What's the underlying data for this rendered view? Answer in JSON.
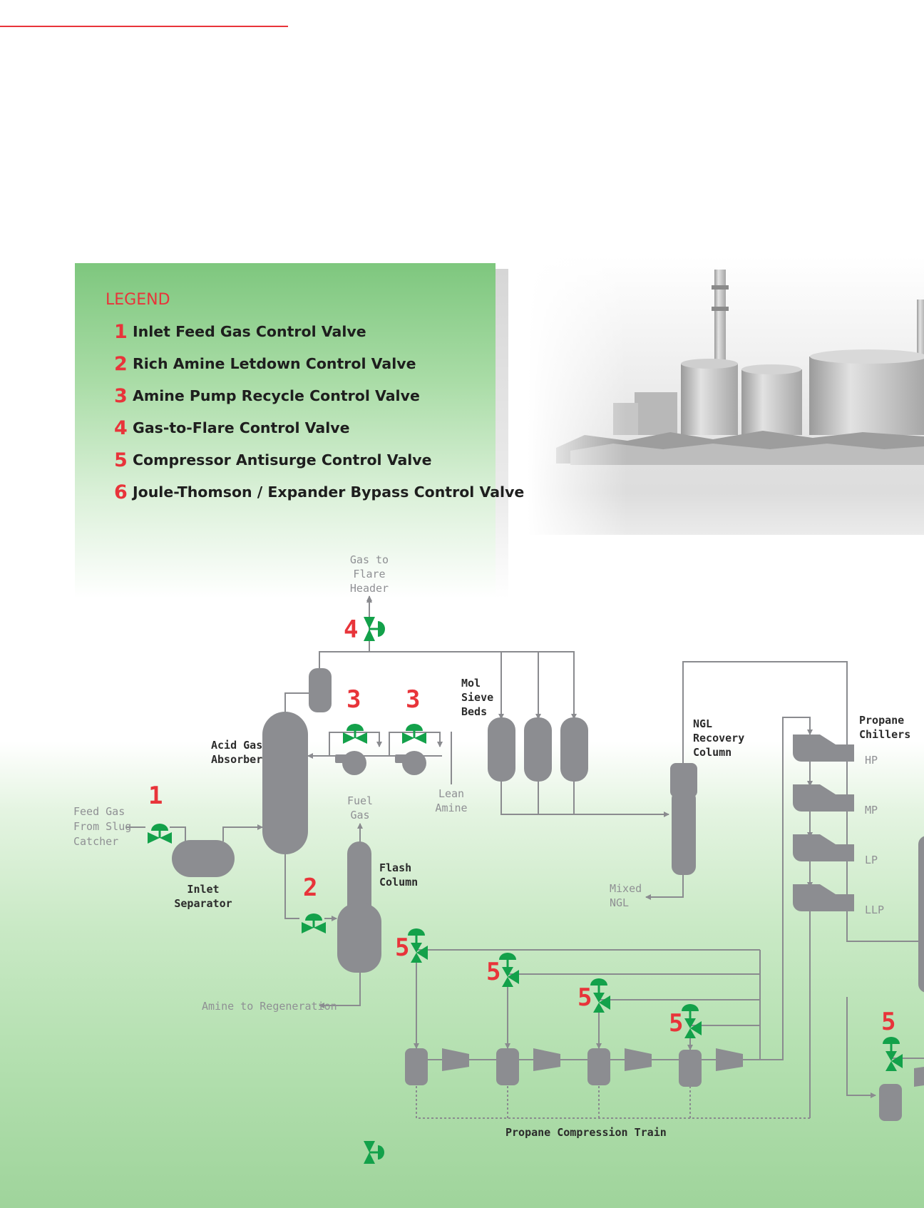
{
  "legend": {
    "title": "LEGEND",
    "items": [
      {
        "num": "1",
        "label": "Inlet Feed Gas Control Valve"
      },
      {
        "num": "2",
        "label": "Rich Amine Letdown Control Valve"
      },
      {
        "num": "3",
        "label": "Amine Pump Recycle Control Valve"
      },
      {
        "num": "4",
        "label": "Gas-to-Flare Control Valve"
      },
      {
        "num": "5",
        "label": "Compressor Antisurge Control Valve"
      },
      {
        "num": "6",
        "label": "Joule-Thomson / Expander Bypass Control Valve"
      }
    ]
  },
  "colors": {
    "accent_red": "#e8343a",
    "valve_green": "#13a14a",
    "equipment_gray": "#8c8d91",
    "line_gray": "#8a8b8f"
  },
  "diagram": {
    "labels": {
      "gas_to_flare": [
        "Gas to",
        "Flare",
        "Header"
      ],
      "mol_sieve": [
        "Mol",
        "Sieve",
        "Beds"
      ],
      "acid_gas_absorber": [
        "Acid Gas",
        "Absorber"
      ],
      "ngl_recovery_column": [
        "NGL",
        "Recovery",
        "Column"
      ],
      "propane_chillers": [
        "Propane",
        "Chillers"
      ],
      "feed_gas": [
        "Feed Gas",
        "From Slug",
        "Catcher"
      ],
      "fuel_gas": [
        "Fuel",
        "Gas"
      ],
      "lean_amine": [
        "Lean",
        "Amine"
      ],
      "flash_column": [
        "Flash",
        "Column"
      ],
      "inlet_separator": [
        "Inlet",
        "Separator"
      ],
      "mixed_ngl": [
        "Mixed",
        "NGL"
      ],
      "amine_to_regeneration": "Amine to Regeneration",
      "propane_compression_train": "Propane Compression Train",
      "chiller_hp": "HP",
      "chiller_mp": "MP",
      "chiller_lp": "LP",
      "chiller_llp": "LLP"
    },
    "valve_numbers": {
      "v1": "1",
      "v2": "2",
      "v3a": "3",
      "v3b": "3",
      "v4": "4",
      "v5a": "5",
      "v5b": "5",
      "v5c": "5",
      "v5d": "5",
      "v5e": "5"
    }
  }
}
